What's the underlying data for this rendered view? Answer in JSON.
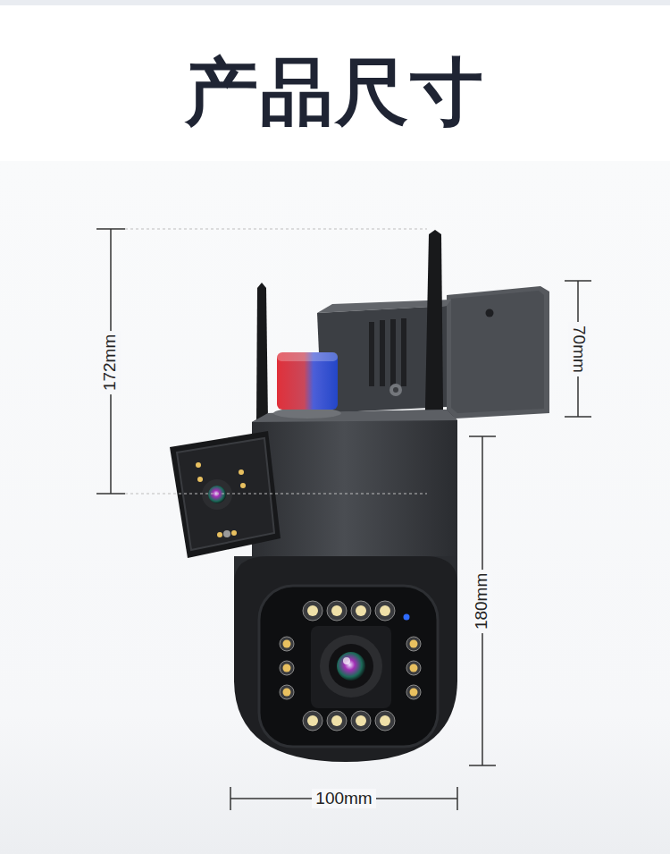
{
  "diagram": {
    "title": "产品尺寸",
    "labels": [
      "172mm",
      "70mm",
      "180mm",
      "100mm"
    ]
  }
}
